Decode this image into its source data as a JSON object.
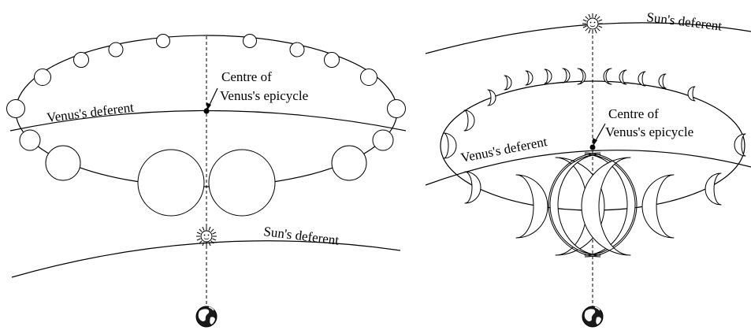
{
  "left_panel": {
    "venus_deferent_label": "Venus's deferent",
    "centre_label_line1": "Centre of",
    "centre_label_line2": "Venus's epicycle",
    "sun_deferent_label": "Sun's deferent"
  },
  "right_panel": {
    "venus_deferent_label": "Venus's deferent",
    "centre_label_line1": "Centre of",
    "centre_label_line2": "Venus's epicycle",
    "sun_deferent_label": "Sun's deferent"
  },
  "colors": {
    "line": "#000000",
    "venus_fill": "#ffffff",
    "earth_dark": "#1a1a1a"
  },
  "icons": [
    "sun-icon",
    "earth-icon",
    "venus-phase-icon"
  ]
}
